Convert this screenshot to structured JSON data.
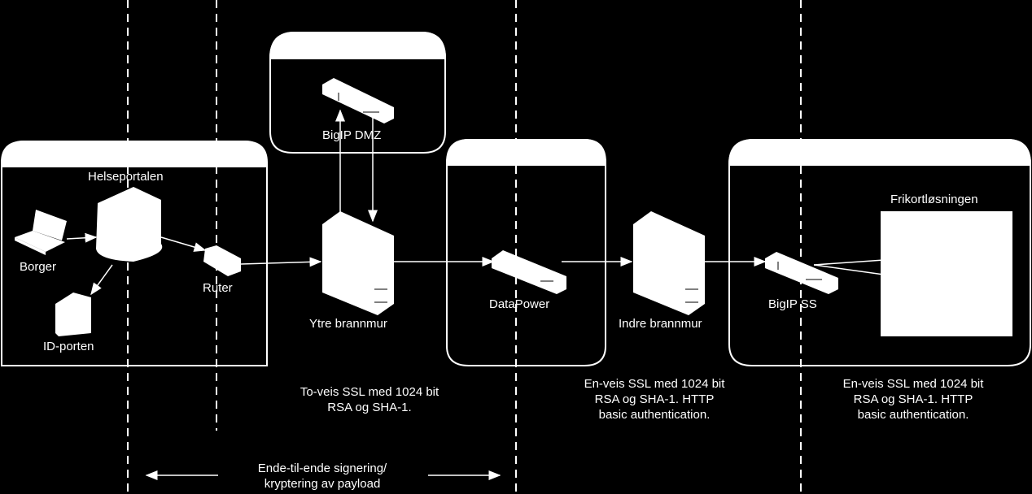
{
  "labels": {
    "helseportalen": "Helseportalen",
    "borger": "Borger",
    "ruter": "Ruter",
    "id_porten": "ID-porten",
    "bigip_dmz": "BigIP DMZ",
    "ytre_brannmur": "Ytre brannmur",
    "datapower": "DataPower",
    "indre_brannmur": "Indre brannmur",
    "bigip_ss": "BigIP SS",
    "frikortlosningen": "Frikortløsningen"
  },
  "notes": {
    "ssl_toveis": [
      "To-veis SSL med 1024 bit",
      "RSA og SHA-1."
    ],
    "ssl_enveis_1": [
      "En-veis SSL med 1024 bit",
      "RSA og SHA-1. HTTP",
      "basic authentication."
    ],
    "ssl_enveis_2": [
      "En-veis SSL med 1024 bit",
      "RSA og SHA-1. HTTP",
      "basic authentication."
    ],
    "ende_til_ende": [
      "Ende-til-ende signering/",
      "kryptering av payload"
    ]
  },
  "colors": {
    "background": "#000000",
    "foreground": "#ffffff"
  }
}
